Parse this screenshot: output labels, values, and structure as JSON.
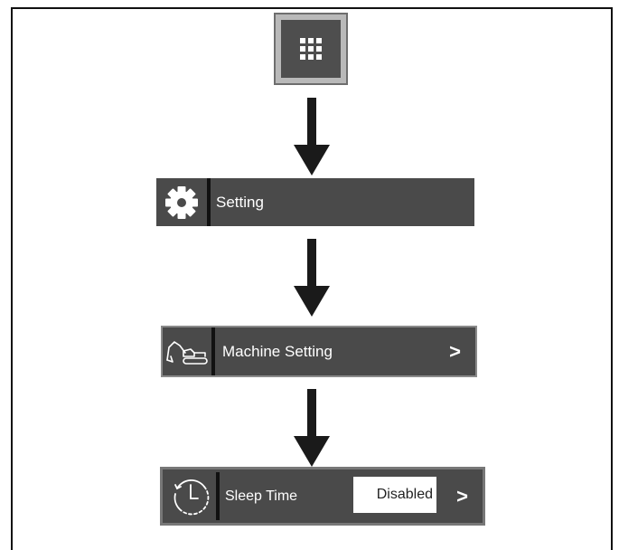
{
  "menu_button": {
    "icon": "grid-menu-icon"
  },
  "steps": [
    {
      "icon": "gear-icon",
      "label": "Setting"
    },
    {
      "icon": "excavator-icon",
      "label": "Machine Setting",
      "chevron": ">"
    },
    {
      "icon": "timer-icon",
      "label": "Sleep Time",
      "value": "Disabled",
      "chevron": ">"
    }
  ],
  "colors": {
    "bar": "#4a4a4a",
    "divider": "#111111",
    "arrow": "#1a1a1a"
  }
}
